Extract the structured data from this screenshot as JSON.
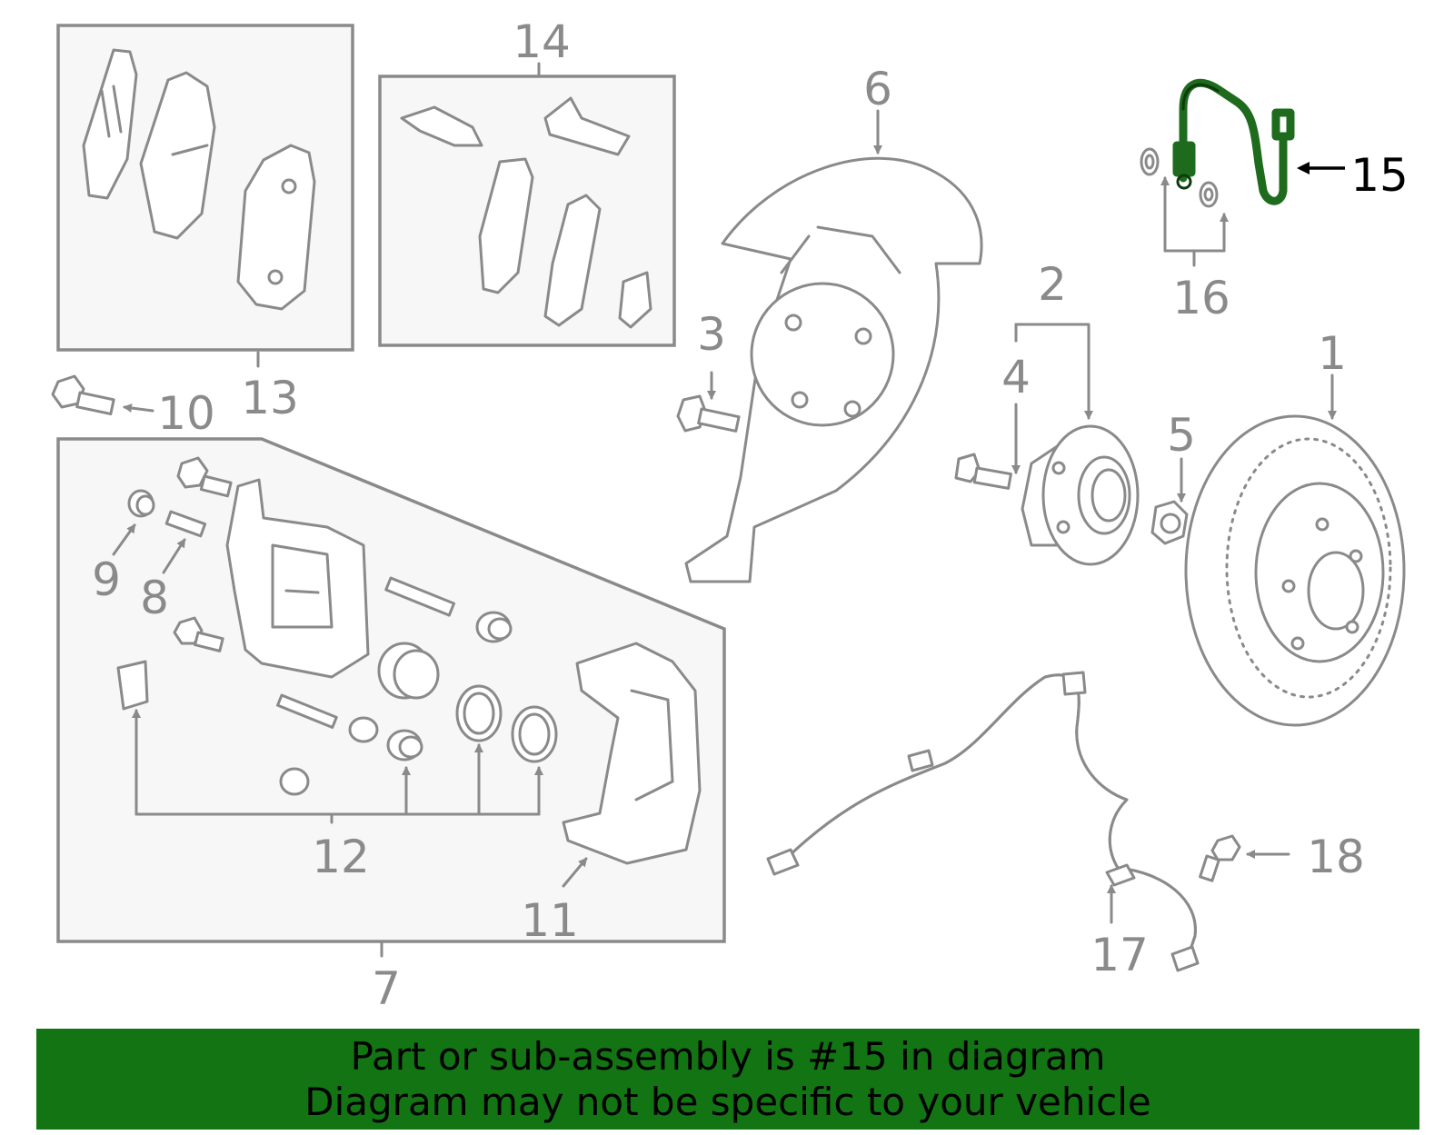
{
  "callouts": {
    "c1": "1",
    "c2": "2",
    "c3": "3",
    "c4": "4",
    "c5": "5",
    "c6": "6",
    "c7": "7",
    "c8": "8",
    "c9": "9",
    "c10": "10",
    "c11": "11",
    "c12": "12",
    "c13": "13",
    "c14": "14",
    "c15": "15",
    "c16": "16",
    "c17": "17",
    "c18": "18"
  },
  "highlight": {
    "part_number": "15",
    "color": "#1e6b1e"
  },
  "banner": {
    "line1": "Part or sub-assembly is #15 in diagram",
    "line2": "Diagram may not be specific to your vehicle",
    "background": "#137413"
  }
}
